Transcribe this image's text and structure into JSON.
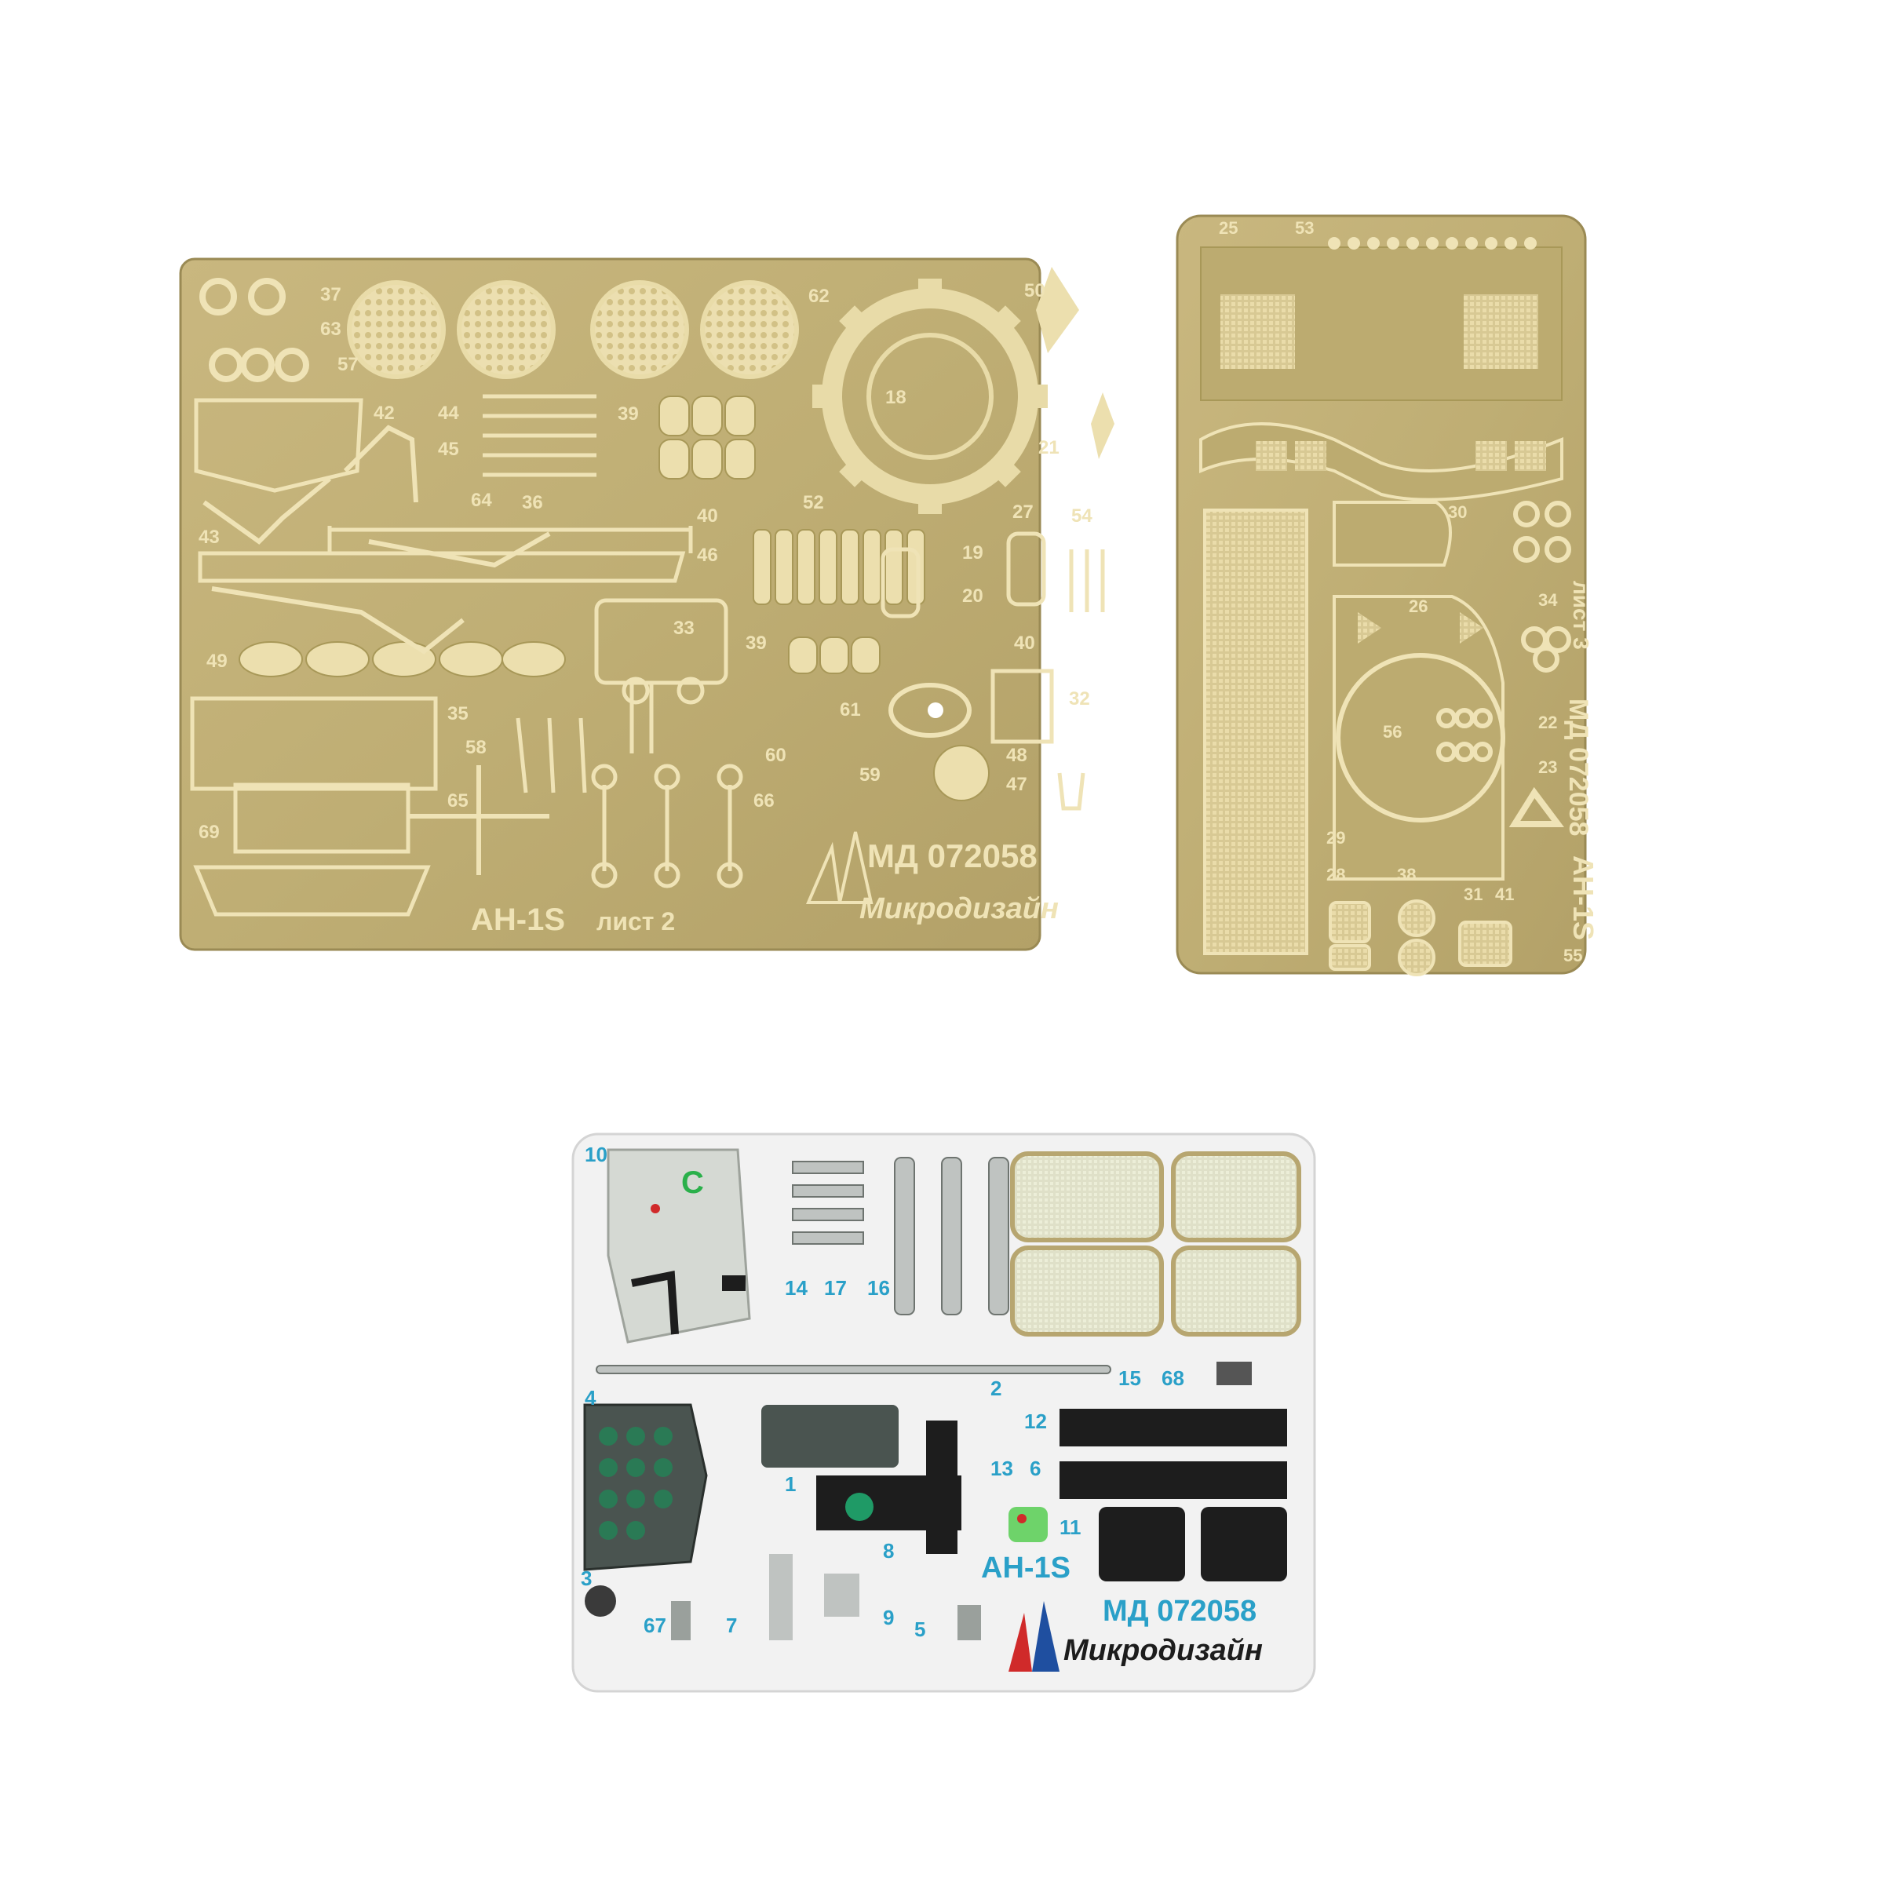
{
  "sheet2": {
    "code": "МД 072058",
    "model": "AH-1S",
    "sheet": "лист 2",
    "brand": "Микродизайн",
    "part_numbers": [
      "37",
      "63",
      "57",
      "62",
      "50",
      "42",
      "44",
      "45",
      "39",
      "18",
      "21",
      "43",
      "64",
      "36",
      "52",
      "40",
      "27",
      "54",
      "46",
      "19",
      "20",
      "33",
      "39",
      "40",
      "49",
      "35",
      "58",
      "61",
      "32",
      "60",
      "59",
      "48",
      "47",
      "65",
      "66",
      "69"
    ]
  },
  "sheet3": {
    "code": "МД 072058",
    "model": "AH-1S",
    "sheet": "лист 3",
    "part_numbers": [
      "25",
      "53",
      "30",
      "26",
      "34",
      "56",
      "22",
      "23",
      "29",
      "28",
      "38",
      "31",
      "41",
      "55"
    ]
  },
  "colorsheet": {
    "model": "AH-1S",
    "code": "МД 072058",
    "brand": "Микродизайн",
    "part_numbers": [
      "10",
      "14",
      "17",
      "16",
      "15",
      "68",
      "4",
      "2",
      "12",
      "6",
      "1",
      "13",
      "11",
      "8",
      "3",
      "67",
      "7",
      "9",
      "5"
    ],
    "placard": "C"
  },
  "colors": {
    "brass": "#c4b27a",
    "brass_dark": "#8b7c4a",
    "blue_label": "#2aa0c8",
    "panel_grey": "#4a5450"
  }
}
